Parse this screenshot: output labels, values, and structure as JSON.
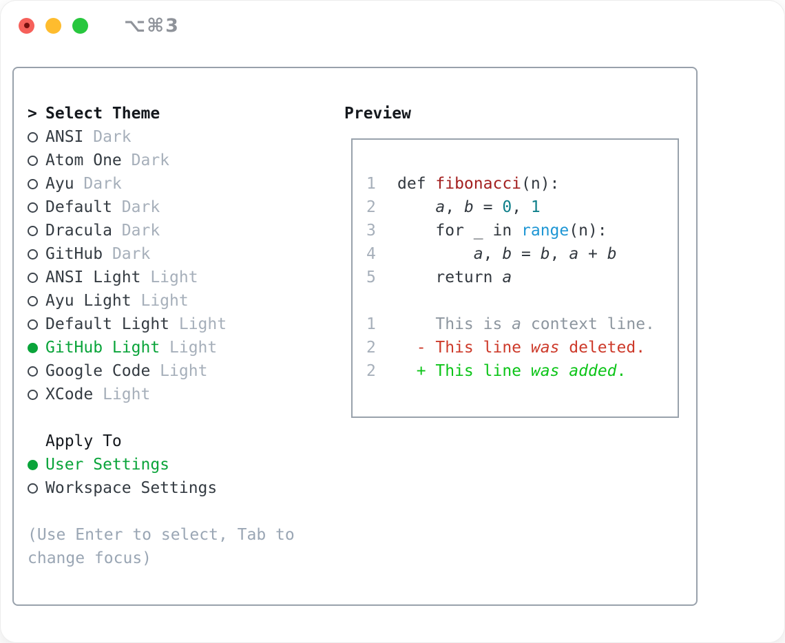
{
  "window": {
    "title": "⌥⌘3"
  },
  "theme_panel": {
    "header": {
      "cursor": ">",
      "label": "Select Theme"
    },
    "themes": [
      {
        "name": "ANSI",
        "variant": "Dark",
        "selected": false
      },
      {
        "name": "Atom One",
        "variant": "Dark",
        "selected": false
      },
      {
        "name": "Ayu",
        "variant": "Dark",
        "selected": false
      },
      {
        "name": "Default",
        "variant": "Dark",
        "selected": false
      },
      {
        "name": "Dracula",
        "variant": "Dark",
        "selected": false
      },
      {
        "name": "GitHub",
        "variant": "Dark",
        "selected": false
      },
      {
        "name": "ANSI Light",
        "variant": "Light",
        "selected": false
      },
      {
        "name": "Ayu Light",
        "variant": "Light",
        "selected": false
      },
      {
        "name": "Default Light",
        "variant": "Light",
        "selected": false
      },
      {
        "name": "GitHub Light",
        "variant": "Light",
        "selected": true
      },
      {
        "name": "Google Code",
        "variant": "Light",
        "selected": false
      },
      {
        "name": "XCode",
        "variant": "Light",
        "selected": false
      }
    ],
    "apply_to": {
      "label": "Apply To",
      "options": [
        {
          "name": "User Settings",
          "selected": true
        },
        {
          "name": "Workspace Settings",
          "selected": false
        }
      ]
    },
    "hint": "(Use Enter to select, Tab to change focus)"
  },
  "preview": {
    "label": "Preview",
    "lines": [
      {
        "num": "1",
        "segs": [
          {
            "t": "def ",
            "c": "code"
          },
          {
            "t": "fibonacci",
            "c": "func"
          },
          {
            "t": "(n):",
            "c": "code"
          }
        ]
      },
      {
        "num": "2",
        "segs": [
          {
            "t": "    ",
            "c": "code"
          },
          {
            "t": "a",
            "c": "code",
            "i": true
          },
          {
            "t": ", ",
            "c": "code"
          },
          {
            "t": "b",
            "c": "code",
            "i": true
          },
          {
            "t": " = ",
            "c": "code"
          },
          {
            "t": "0",
            "c": "num"
          },
          {
            "t": ", ",
            "c": "code"
          },
          {
            "t": "1",
            "c": "num"
          }
        ]
      },
      {
        "num": "3",
        "segs": [
          {
            "t": "    for _ in ",
            "c": "code"
          },
          {
            "t": "range",
            "c": "call"
          },
          {
            "t": "(n):",
            "c": "code"
          }
        ]
      },
      {
        "num": "4",
        "segs": [
          {
            "t": "        ",
            "c": "code"
          },
          {
            "t": "a",
            "c": "code",
            "i": true
          },
          {
            "t": ", ",
            "c": "code"
          },
          {
            "t": "b",
            "c": "code",
            "i": true
          },
          {
            "t": " = ",
            "c": "code"
          },
          {
            "t": "b",
            "c": "code",
            "i": true
          },
          {
            "t": ", ",
            "c": "code"
          },
          {
            "t": "a",
            "c": "code",
            "i": true
          },
          {
            "t": " + ",
            "c": "code"
          },
          {
            "t": "b",
            "c": "code",
            "i": true
          }
        ]
      },
      {
        "num": "5",
        "segs": [
          {
            "t": "    return ",
            "c": "code"
          },
          {
            "t": "a",
            "c": "code",
            "i": true
          }
        ]
      },
      {
        "num": "",
        "segs": []
      },
      {
        "num": "1",
        "segs": [
          {
            "t": "    This is ",
            "c": "ctx"
          },
          {
            "t": "a",
            "c": "ctx",
            "i": true
          },
          {
            "t": " context line.",
            "c": "ctx"
          }
        ]
      },
      {
        "num": "2",
        "segs": [
          {
            "t": "  - This line ",
            "c": "del"
          },
          {
            "t": "was",
            "c": "del",
            "i": true
          },
          {
            "t": " deleted.",
            "c": "del"
          }
        ]
      },
      {
        "num": "2",
        "segs": [
          {
            "t": "  + This line ",
            "c": "add"
          },
          {
            "t": "was",
            "c": "add",
            "i": true
          },
          {
            "t": " ",
            "c": "add"
          },
          {
            "t": "added",
            "c": "add",
            "i": true
          },
          {
            "t": ".",
            "c": "add"
          }
        ]
      }
    ]
  },
  "colors": {
    "accent-green": "#0aa43a",
    "diff-add": "#0cc418",
    "diff-del": "#cd3a2a",
    "func-red": "#a32020",
    "num-teal": "#0e7f8a",
    "call-blue": "#1e96d4",
    "code-text": "#32383f",
    "dim-gray": "#a6afba",
    "ctx-gray": "#8d969f",
    "hint-gray": "#9aa6b4",
    "border-gray": "#98a1ab",
    "header-black": "#14181d",
    "traffic-red": "#f6605a",
    "traffic-yellow": "#febc2e",
    "traffic-green": "#28c73e",
    "title-gray": "#8f939a"
  }
}
